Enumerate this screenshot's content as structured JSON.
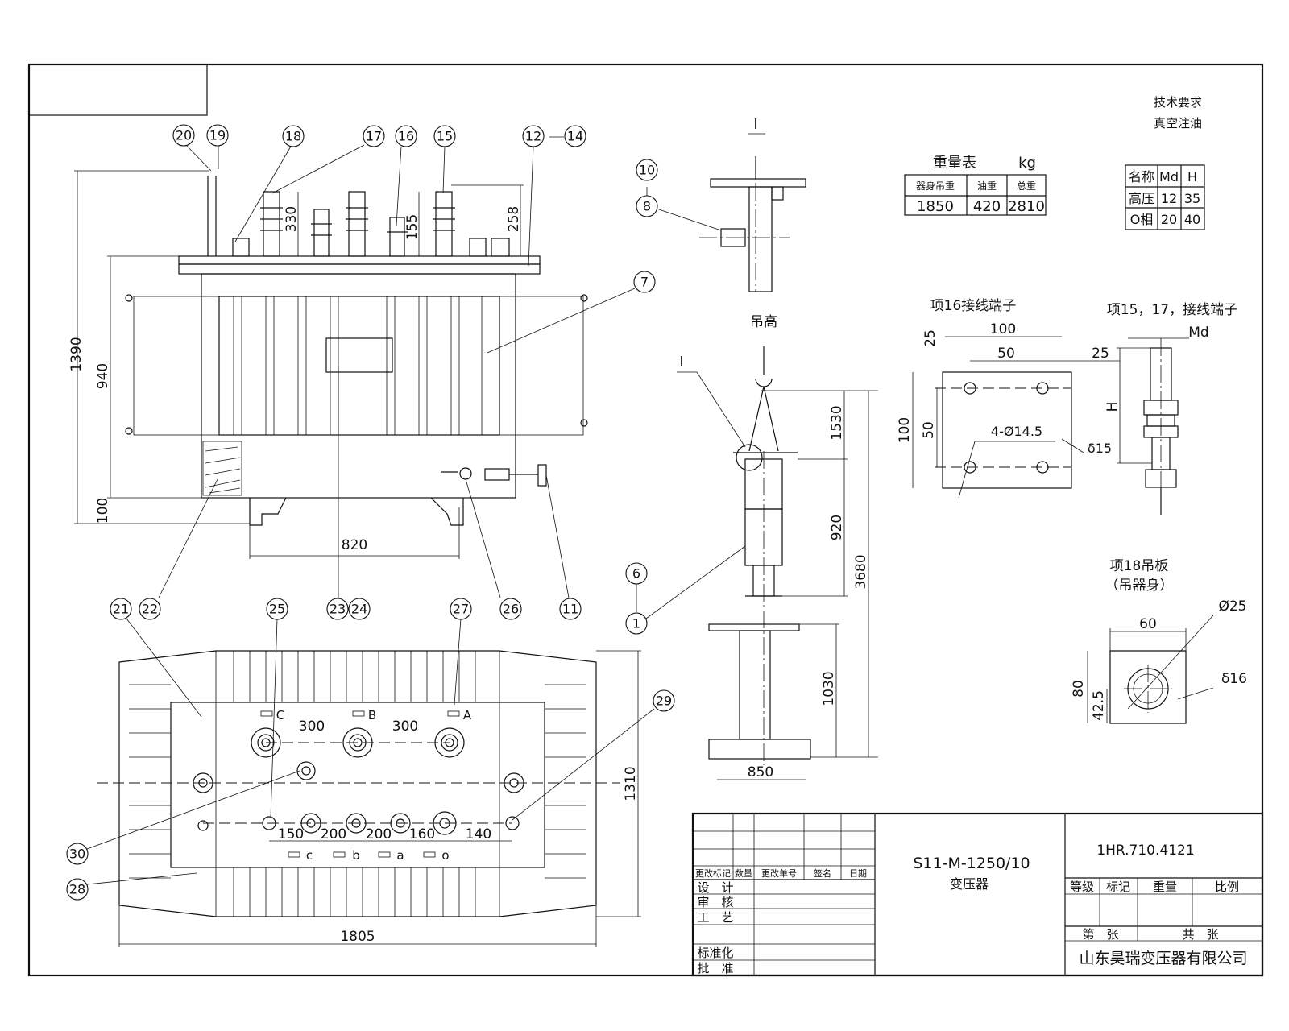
{
  "technical_requirements": {
    "title": "技术要求",
    "item": "真空注油"
  },
  "weight_table": {
    "title": "重量表",
    "unit": "kg",
    "headers": [
      "器身吊重",
      "油重",
      "总重"
    ],
    "values": [
      "1850",
      "420",
      "2810"
    ]
  },
  "terminal_table": {
    "headers": [
      "名称",
      "Md",
      "H"
    ],
    "rows": [
      [
        "高压",
        "12",
        "35"
      ],
      [
        "O相",
        "20",
        "40"
      ]
    ]
  },
  "detail_labels": {
    "view_I": "I",
    "lift_height": "吊高",
    "item16_terminal": "项16接线端子",
    "item15_17_terminal": "项15，17，接线端子",
    "item18_plate_line1": "项18吊板",
    "item18_plate_line2": "（吊器身）",
    "md": "Md",
    "h": "H",
    "hole_note": "4-Ø14.5",
    "dia25": "Ø25",
    "thk15": "δ15",
    "thk16": "δ16"
  },
  "dimensions": {
    "front": [
      "1390",
      "940",
      "100",
      "330",
      "155",
      "258",
      "820"
    ],
    "plan": [
      "300",
      "300",
      "150",
      "200",
      "200",
      "160",
      "140",
      "1805",
      "1310"
    ],
    "lift": [
      "1530",
      "920",
      "3680",
      "1030",
      "850"
    ],
    "item16": [
      "100",
      "50",
      "25",
      "25",
      "100",
      "50"
    ],
    "item18": [
      "60",
      "80",
      "42.5"
    ]
  },
  "phase_labels": {
    "top": [
      "C",
      "B",
      "A"
    ],
    "bottom": [
      "c",
      "b",
      "a",
      "o"
    ]
  },
  "item_numbers": [
    "20",
    "19",
    "18",
    "17",
    "16",
    "15",
    "12",
    "14",
    "7",
    "22",
    "23",
    "24",
    "26",
    "11",
    "10",
    "8",
    "6",
    "1",
    "21",
    "25",
    "27",
    "29",
    "30",
    "28"
  ],
  "title_block": {
    "model": "S11-M-1250/10",
    "name": "变压器",
    "drawing_no": "1HR.710.4121",
    "company": "山东昊瑞变压器有限公司",
    "rev_headers": [
      "更改标记",
      "数量",
      "更改单号",
      "签名",
      "日期"
    ],
    "roles": [
      "设　计",
      "审　核",
      "工　艺",
      "标准化",
      "批　准"
    ],
    "grade_headers": [
      "等级",
      "标记",
      "重量",
      "比例"
    ],
    "sheet": "第　张",
    "total": "共　张"
  }
}
